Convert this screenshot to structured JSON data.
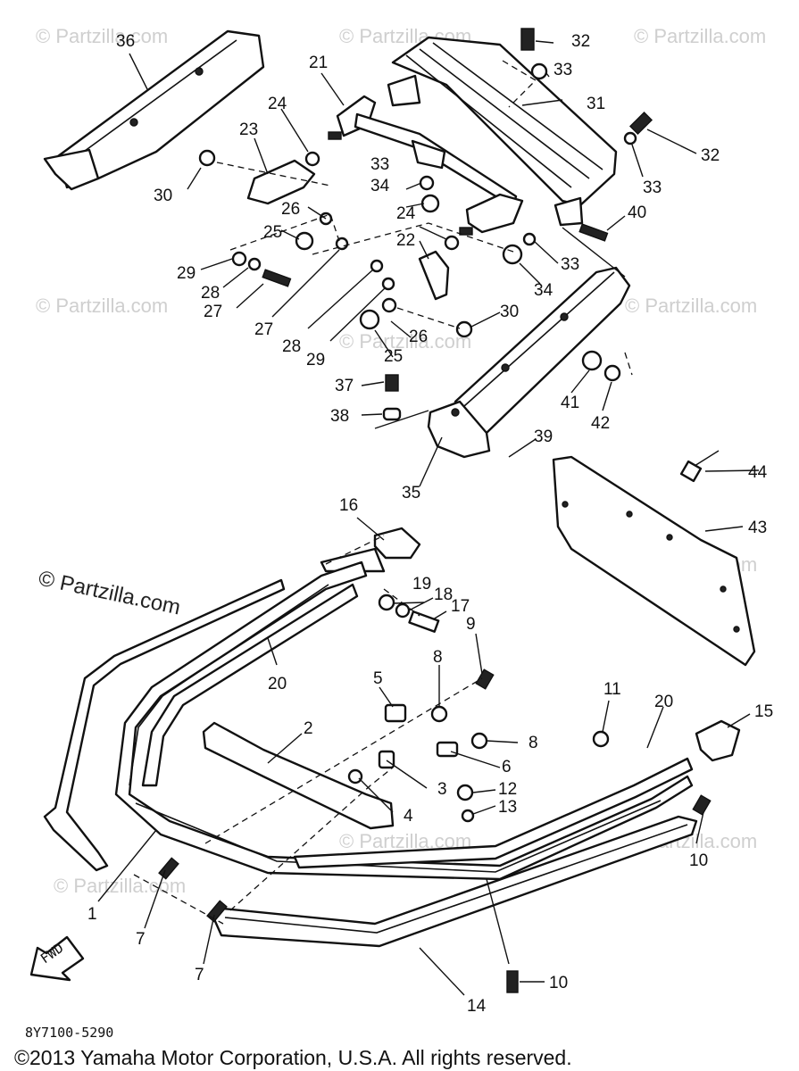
{
  "diagram": {
    "part_callouts": [
      "1",
      "2",
      "3",
      "4",
      "5",
      "6",
      "7",
      "7",
      "8",
      "8",
      "9",
      "10",
      "10",
      "11",
      "12",
      "13",
      "14",
      "15",
      "16",
      "17",
      "18",
      "19",
      "20",
      "20",
      "21",
      "22",
      "23",
      "24",
      "24",
      "25",
      "25",
      "26",
      "26",
      "27",
      "27",
      "28",
      "28",
      "29",
      "29",
      "30",
      "30",
      "31",
      "32",
      "32",
      "33",
      "33",
      "33",
      "33",
      "34",
      "34",
      "35",
      "36",
      "37",
      "38",
      "39",
      "40",
      "41",
      "42",
      "43",
      "44"
    ],
    "fwd_label": "FWD",
    "diagram_code": "8Y7100-5290",
    "watermark_text": "© Partzilla.com",
    "copyright": "©2013 Yamaha Motor Corporation, U.S.A. All rights reserved."
  }
}
